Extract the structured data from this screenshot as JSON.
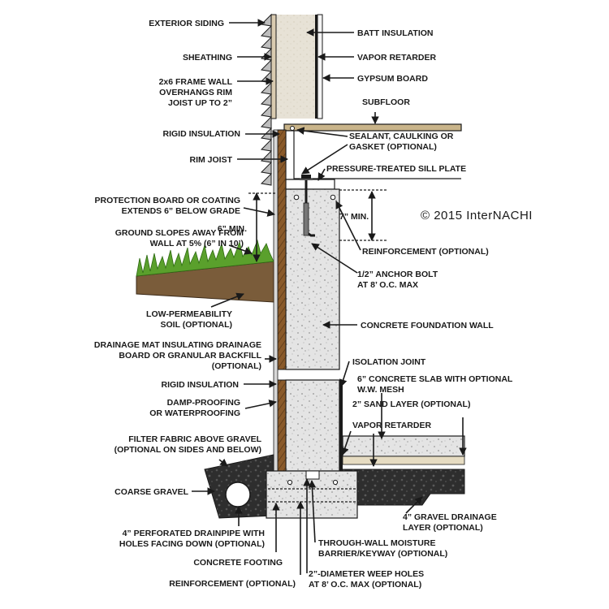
{
  "labels": {
    "exterior_siding": [
      "EXTERIOR SIDING"
    ],
    "sheathing": [
      "SHEATHING"
    ],
    "frame_wall": [
      "2x6 FRAME WALL",
      "OVERHANGS RIM",
      "JOIST UP TO 2”"
    ],
    "rigid_insulation_top": [
      "RIGID INSULATION"
    ],
    "rim_joist": [
      "RIM JOIST"
    ],
    "protection_board": [
      "PROTECTION BOARD OR COATING",
      "EXTENDS 6” BELOW GRADE"
    ],
    "six_min": [
      "6” MIN."
    ],
    "ground_slopes": [
      "GROUND SLOPES AWAY FROM",
      "WALL AT 5% (6” IN 10’)"
    ],
    "low_perm_soil": [
      "LOW-PERMEABILITY",
      "SOIL (OPTIONAL)"
    ],
    "drainage_mat": [
      "DRAINAGE MAT INSULATING DRAINAGE",
      "BOARD OR GRANULAR BACKFILL",
      "(OPTIONAL)"
    ],
    "rigid_insulation_low": [
      "RIGID INSULATION"
    ],
    "damp_proofing": [
      "DAMP-PROOFING",
      "OR WATERPROOFING"
    ],
    "filter_fabric": [
      "FILTER FABRIC ABOVE GRAVEL",
      "(OPTIONAL ON SIDES AND BELOW)"
    ],
    "coarse_gravel": [
      "COARSE GRAVEL"
    ],
    "drainpipe": [
      "4” PERFORATED DRAINPIPE WITH",
      "HOLES FACING DOWN (OPTIONAL)"
    ],
    "concrete_footing": [
      "CONCRETE FOOTING"
    ],
    "reinforcement_low": [
      "REINFORCEMENT (OPTIONAL)"
    ],
    "batt_insulation": [
      "BATT INSULATION"
    ],
    "vapor_retarder_top": [
      "VAPOR RETARDER"
    ],
    "gypsum_board": [
      "GYPSUM BOARD"
    ],
    "subfloor": [
      "SUBFLOOR"
    ],
    "sealant": [
      "SEALANT, CAULKING OR",
      "GASKET (OPTIONAL)"
    ],
    "sill_plate": [
      "PRESSURE-TREATED SILL PLATE"
    ],
    "seven_min": [
      "7” MIN."
    ],
    "reinforcement_top": [
      "REINFORCEMENT (OPTIONAL)"
    ],
    "anchor_bolt": [
      "1/2” ANCHOR BOLT",
      "AT 8’ O.C. MAX"
    ],
    "foundation_wall": [
      "CONCRETE FOUNDATION WALL"
    ],
    "isolation_joint": [
      "ISOLATION JOINT"
    ],
    "concrete_slab": [
      "6” CONCRETE SLAB WITH OPTIONAL",
      "W.W. MESH"
    ],
    "sand_layer": [
      "2” SAND LAYER (OPTIONAL)"
    ],
    "vapor_retarder_low": [
      "VAPOR RETARDER"
    ],
    "gravel_drainage": [
      "4” GRAVEL DRAINAGE",
      "LAYER (OPTIONAL)"
    ],
    "through_wall": [
      "THROUGH-WALL MOISTURE",
      "BARRIER/KEYWAY (OPTIONAL)"
    ],
    "weep_holes": [
      "2”-DIAMETER WEEP HOLES",
      "AT 8’ O.C. MAX (OPTIONAL)"
    ]
  },
  "copyright": "© 2015 InterNACHI",
  "colors": {
    "ink": "#1a1a1a",
    "batt": "#e7e2d6",
    "concrete": "#e2e2e2",
    "wood": "#8a5a2a",
    "soil": "#7a5c3a",
    "grass": "#5aa02c",
    "gravel": "#2e2e2e"
  }
}
